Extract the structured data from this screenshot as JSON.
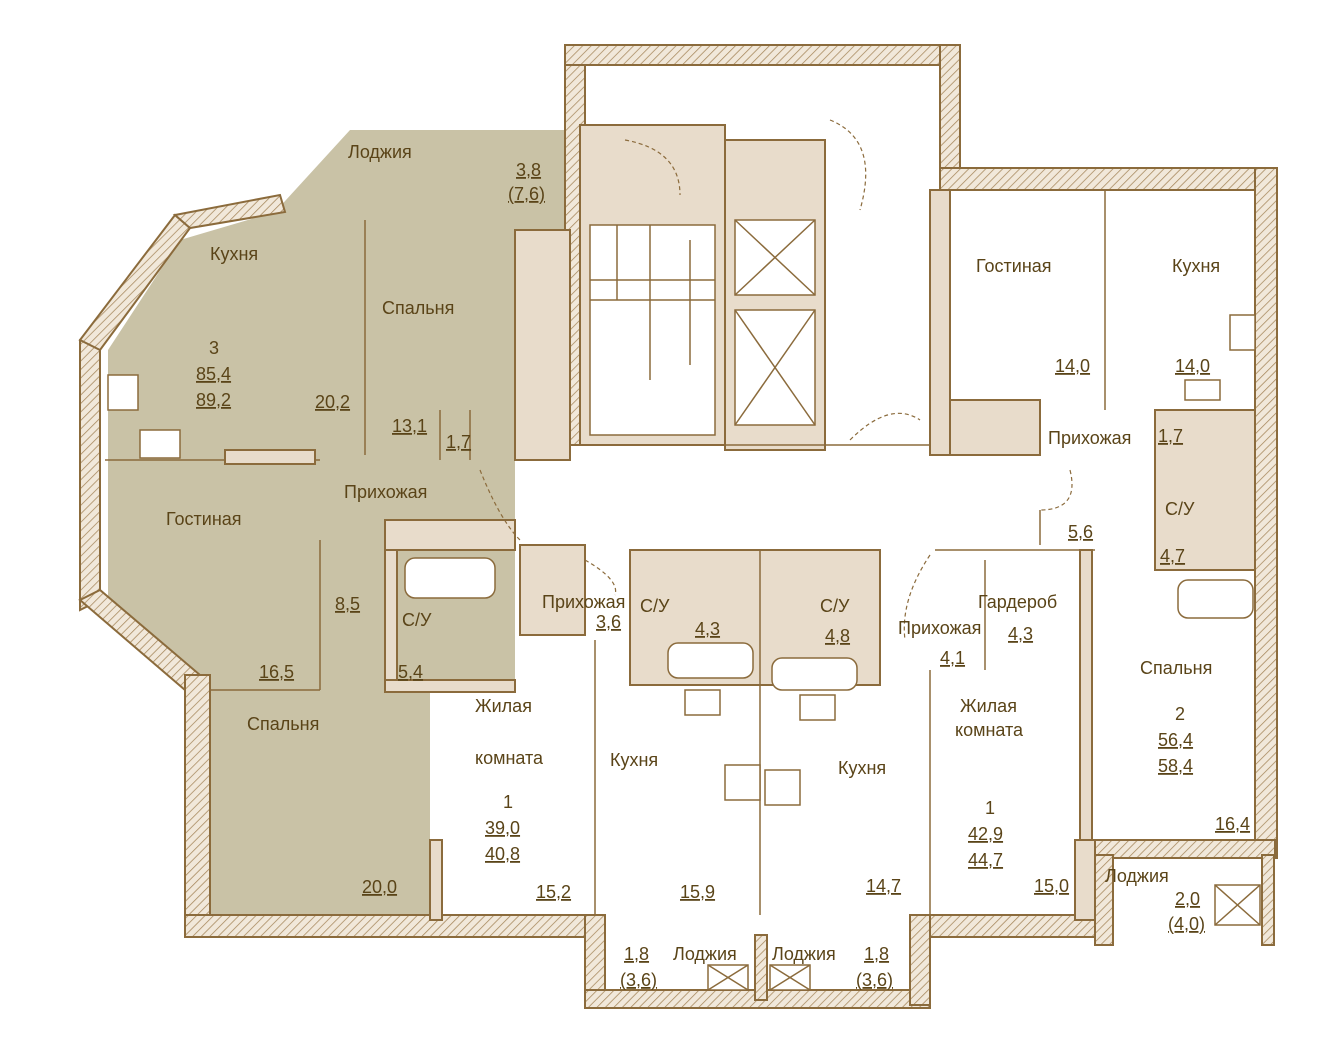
{
  "colors": {
    "wall": "#8b6b3c",
    "text": "#5a4418",
    "highlight": "#c9c2a6",
    "background": "#ffffff"
  },
  "apartment3": {
    "loggia_label": "Лоджия",
    "loggia_area": "3,8",
    "loggia_area_full": "(7,6)",
    "kitchen_label": "Кухня",
    "kitchen_area": "20,2",
    "rooms": "3",
    "area_living": "85,4",
    "area_total": "89,2",
    "bedroom1_label": "Спальня",
    "bedroom1_area": "13,1",
    "wc_area": "1,7",
    "hall_label": "Прихожая",
    "hall_area": "8,5",
    "living_label": "Гостиная",
    "living_area": "16,5",
    "bath_label": "С/У",
    "bath_area": "5,4",
    "bedroom2_label": "Спальня",
    "bedroom2_area": "20,0"
  },
  "apartment1a": {
    "hall_label": "Прихожая",
    "hall_area": "3,6",
    "bath_label": "С/У",
    "bath_area": "4,3",
    "room_label1": "Жилая",
    "room_label2": "комната",
    "room_area": "15,2",
    "rooms": "1",
    "area_living": "39,0",
    "area_total": "40,8",
    "kitchen_label": "Кухня",
    "kitchen_area": "15,9",
    "loggia_label": "Лоджия",
    "loggia_area": "1,8",
    "loggia_area_full": "(3,6)"
  },
  "apartment1b": {
    "bath_label": "С/У",
    "bath_area": "4,8",
    "hall_label": "Прихожая",
    "hall_area": "4,1",
    "wardrobe_label": "Гардероб",
    "wardrobe_area": "4,3",
    "room_label1": "Жилая",
    "room_label2": "комната",
    "room_area": "15,0",
    "rooms": "1",
    "area_living": "42,9",
    "area_total": "44,7",
    "kitchen_label": "Кухня",
    "kitchen_area": "14,7",
    "loggia_label": "Лоджия",
    "loggia_area": "1,8",
    "loggia_area_full": "(3,6)"
  },
  "apartment2": {
    "living_label": "Гостиная",
    "living_area": "14,0",
    "kitchen_label": "Кухня",
    "kitchen_area": "14,0",
    "hall_label": "Прихожая",
    "hall_area": "5,6",
    "wc_area": "1,7",
    "bath_label": "С/У",
    "bath_area": "4,7",
    "bedroom_label": "Спальня",
    "bedroom_area": "16,4",
    "rooms": "2",
    "area_living": "56,4",
    "area_total": "58,4",
    "loggia_label": "Лоджия",
    "loggia_area": "2,0",
    "loggia_area_full": "(4,0)"
  }
}
